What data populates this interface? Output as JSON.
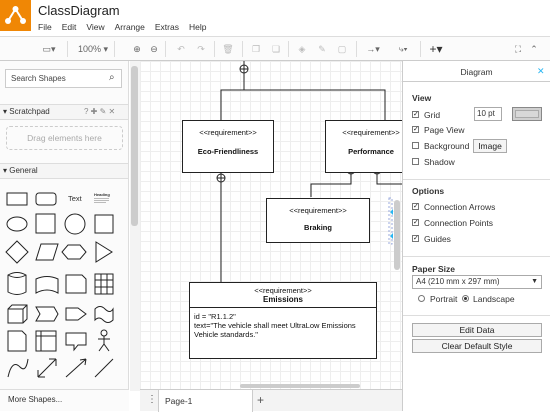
{
  "app": {
    "title": "ClassDiagram",
    "menu": [
      "File",
      "Edit",
      "View",
      "Arrange",
      "Extras",
      "Help"
    ]
  },
  "toolbar": {
    "zoom": "100%"
  },
  "sidebar": {
    "search_placeholder": "Search Shapes",
    "scratchpad": "Scratchpad",
    "drop_text": "Drag elements here",
    "general": "General",
    "text_shape": "Text",
    "heading_shape": "Heading",
    "more_shapes": "More Shapes..."
  },
  "diagram": {
    "stereotype": "<<requirement>>",
    "eco": "Eco-Friendliness",
    "perf": "Performance",
    "braking": "Braking",
    "emissions": {
      "name": "Emissions",
      "id": "id = \"R1.1.2\"",
      "text1": "text=\"The vehicle shall meet UltraLow Emissions",
      "text2": "Vehicle standards.\""
    }
  },
  "tabs": {
    "page": "Page-1"
  },
  "panel": {
    "tab": "Diagram",
    "view_header": "View",
    "grid": "Grid",
    "grid_size": "10 pt",
    "page_view": "Page View",
    "background": "Background",
    "image_button": "Image",
    "shadow": "Shadow",
    "options_header": "Options",
    "connection_arrows": "Connection Arrows",
    "connection_points": "Connection Points",
    "guides": "Guides",
    "paper_header": "Paper Size",
    "paper_size": "A4 (210 mm x 297 mm)",
    "portrait": "Portrait",
    "landscape": "Landscape",
    "edit_data": "Edit Data",
    "clear_style": "Clear Default Style",
    "checked": {
      "grid": true,
      "page_view": true,
      "background": false,
      "shadow": false,
      "connection_arrows": true,
      "connection_points": true,
      "guides": true
    },
    "orientation": "landscape",
    "grid_color": "#d0d0d0"
  }
}
